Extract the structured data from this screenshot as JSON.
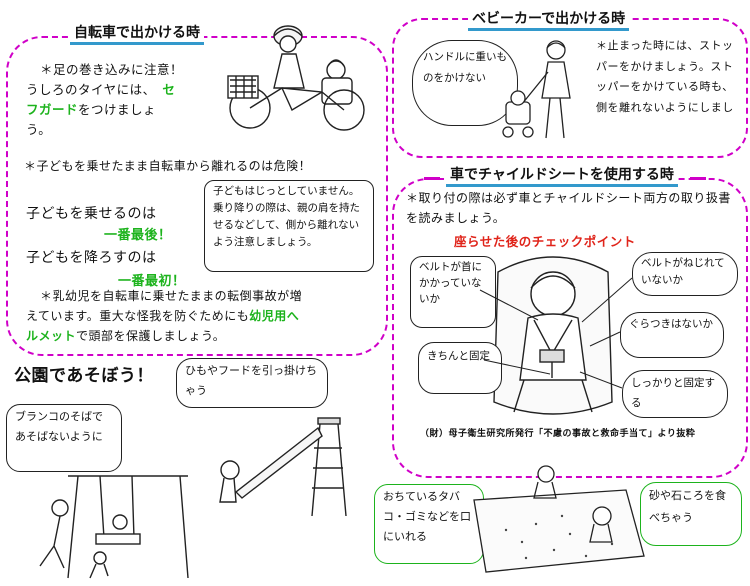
{
  "bicycle": {
    "title": "自転車で出かける時",
    "foot_line1": "＊足の巻き込みに注意！",
    "foot_line2": "うしろのタイヤには、",
    "foot_guard": "セーフガード",
    "foot_line3_pre": "ー",
    "foot_line3_guard": "フガード",
    "foot_line3_post": "をつけましょ",
    "foot_line4": "う。",
    "warning": "＊子どもを乗せたまま自転車から離れるのは危険！",
    "load_label": "子どもを乗せるのは",
    "load_emph": "一番最後！",
    "unload_label": "子どもを降ろすのは",
    "unload_emph": "一番最初！",
    "note": "子どもはじっとしていません。乗り降りの際は、親の肩を持たせるなどして、側から離れないよう注意しましょう。",
    "fall_line1": "＊乳幼児を自転車に乗せたままの転倒事故が増",
    "fall_line2_pre": "えています。重大な怪我を防ぐためにも",
    "fall_helmet1": "幼児用へ",
    "fall_helmet2": "ルメット",
    "fall_line3_post": "で頭部を保護しましょう。"
  },
  "stroller": {
    "title": "ベビーカーで出かける時",
    "bubble": "ハンドルに重いものをかけない",
    "text": "＊止まった時には、ストッパーをかけましょう。ストッパーをかけている時も、側を離れないようにしまし"
  },
  "carseat": {
    "title": "車でチャイルドシートを使用する時",
    "text": "＊取り付の際は必ず車とチャイルドシート両方の取り扱書を読みましょう。",
    "checkpoint_title": "座らせた後のチェックポイント",
    "check1": "ベルトが首にかかっていないか",
    "check2": "ベルトがねじれていないか",
    "check3": "ぐらつきはないか",
    "check4": "きちんと固定",
    "check5": "しっかりと固定する",
    "source": "（財）母子衛生研究所発行「不慮の事故と救命手当て」より抜粋"
  },
  "park": {
    "title": "公園であそぼう！",
    "slide_bubble": "ひもやフードを引っ掛けちゃう",
    "swing_bubble": "ブランコのそばであそばないように",
    "trash_bubble": "おちているタバコ・ゴミなどを口にいれる",
    "sand_bubble": "砂や石ころを食べちゃう"
  }
}
